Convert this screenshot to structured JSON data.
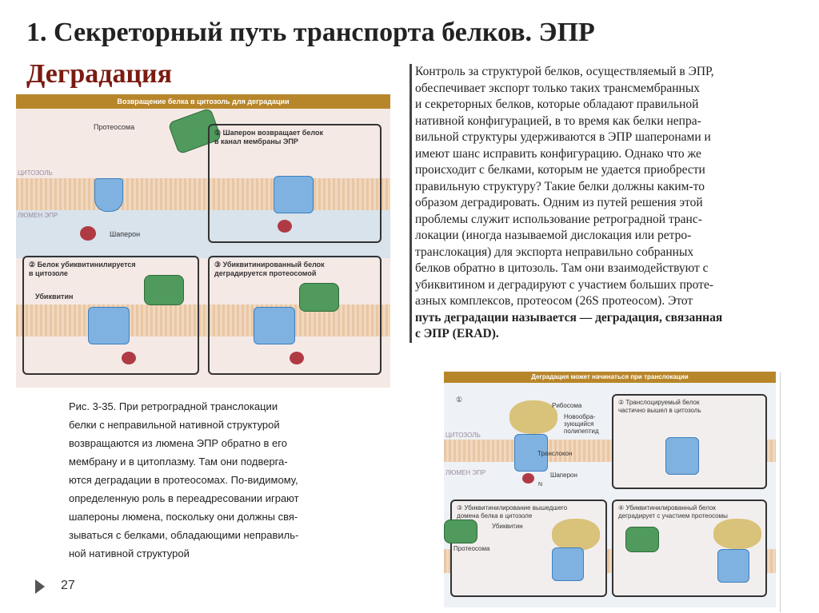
{
  "title": "1. Секреторный путь транспорта белков. ЭПР",
  "subtitle": "Деградация",
  "figure1": {
    "header": "Возвращение белка в цитозоль для деградации",
    "cytosol": "ЦИТОЗОЛЬ",
    "lumen": "ЛЮМЕН ЭПР",
    "proteasome": "Протеосома",
    "chaperone": "Шаперон",
    "ubiquitin": "Убиквитин",
    "panel1": "① Шаперон возвращает белок\nв канал мембраны ЭПР",
    "panel2": "② Белок убиквитинилируется\nв цитозоле",
    "panel3": "③ Убиквитинированный белок\nдеградируется протеосомой"
  },
  "right_text": [
    "Контроль за структурой белков, осуществляемый в ЭПР,",
    "обеспечивает экспорт только таких трансмембранных",
    "и секреторных белков, которые обладают правильной",
    "нативной конфигурацией, в то время как белки непра-",
    "вильной структуры удерживаются в ЭПР шаперонами и",
    "имеют шанс исправить конфигурацию. Однако что же",
    "происходит с белками, которым не удается приобрести",
    "правильную структуру? Такие белки должны каким-то",
    "образом деградировать. Одним из путей решения этой",
    "проблемы служит использование ретроградной транс-",
    "локации (иногда называемой дислокация или ретро-",
    "транслокация) для экспорта неправильно собранных",
    "белков обратно в цитозоль. Там они взаимодействуют с",
    "убиквитином и деградируют с участием больших проте-",
    "азных комплексов, протеосом (26S протеосом). Этот",
    "путь деградации называется — деградация, связанная",
    "с ЭПР (ERAD)."
  ],
  "caption": [
    "Рис. 3-35. При ретроградной транслокации",
    "белки с неправильной нативной структурой",
    "возвращаются из люмена ЭПР обратно в его",
    "мембрану и в цитоплазму. Там они подверга-",
    "ются деградации в протеосомах. По-видимому,",
    "определенную роль в переадресовании играют",
    "шапероны люмена, поскольку они должны свя-",
    "зываться с белками, обладающими неправиль-",
    "ной нативной структурой"
  ],
  "figure2": {
    "header": "Деградация может начинаться при транслокации",
    "cytosol": "ЦИТОЗОЛЬ",
    "lumen": "ЛЮМЕН ЭПР",
    "step1": "①",
    "ribosome": "Рибосома",
    "polypeptide": "Новообра-\nзующийся\nполипептид",
    "translocon": "Транслокон",
    "chaperone": "Шаперон",
    "n_terminus": "N",
    "panel2": "② Транслоцируемый белок\nчастично вышел в цитозоль",
    "panel3": "③ Убиквитинилирование вышедшего\nдомена белка в цитозоле",
    "panel4": "④ Убиквитинилированный белок\nдеградирует с участием протеосомы",
    "ubiquitin": "Убиквитин",
    "proteasome": "Протеосома"
  },
  "page_number": "27"
}
